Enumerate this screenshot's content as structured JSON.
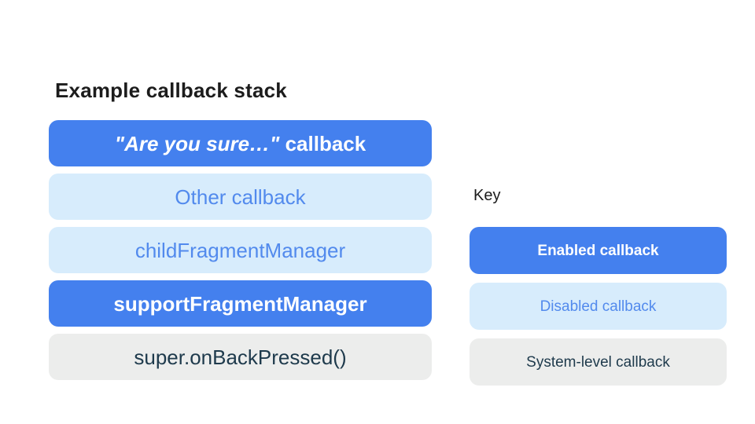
{
  "stack": {
    "title": "Example callback stack",
    "items": [
      {
        "label_quoted": "\"Are you sure…\"",
        "label_rest": " callback",
        "type": "enabled"
      },
      {
        "label": "Other callback",
        "type": "disabled"
      },
      {
        "label": "childFragmentManager",
        "type": "disabled"
      },
      {
        "label": "supportFragmentManager",
        "type": "enabled"
      },
      {
        "label": "super.onBackPressed()",
        "type": "system"
      }
    ]
  },
  "key": {
    "title": "Key",
    "items": [
      {
        "label": "Enabled callback",
        "type": "enabled"
      },
      {
        "label": "Disabled callback",
        "type": "disabled"
      },
      {
        "label": "System-level callback",
        "type": "system"
      }
    ]
  },
  "colors": {
    "enabled_bg": "#4480EE",
    "enabled_text": "#FFFFFF",
    "disabled_bg": "#D7ECFC",
    "disabled_text": "#528AED",
    "system_bg": "#ECEDEC",
    "system_text": "#1E3A4C",
    "heading_text": "#1C1C1C",
    "page_bg": "#FFFFFF"
  }
}
